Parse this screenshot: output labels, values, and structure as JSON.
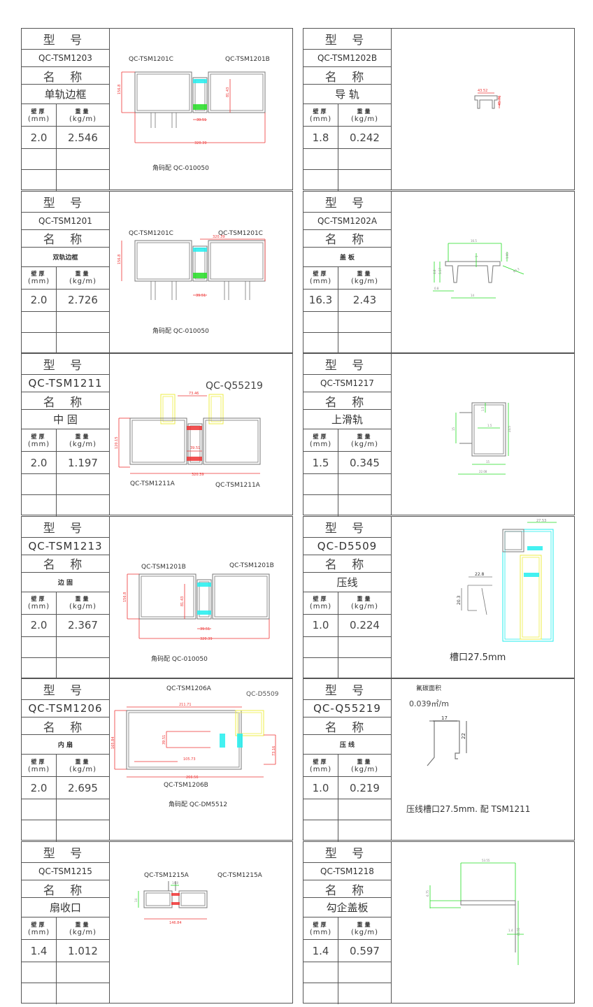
{
  "labels": {
    "model_header": "型 号",
    "name_header": "名 称",
    "thickness": "壁厚",
    "thickness_unit": "(mm)",
    "weight": "重量",
    "weight_unit": "(kg/m)"
  },
  "cards": [
    {
      "model": "QC-TSM1203",
      "name": "单轨边框",
      "thickness": "2.0",
      "weight": "2.546",
      "drawing": {
        "texts": [
          "QC-TSM1201C",
          "QC-TSM1201B",
          "156.8",
          "81.43",
          "39.51",
          "320.39",
          "角码配  QC-010050"
        ]
      }
    },
    {
      "model": "QC-TSM1202B",
      "name": "导  轨",
      "thickness": "1.8",
      "weight": "0.242",
      "drawing": {
        "texts": [
          "43.52",
          "45.76"
        ]
      }
    },
    {
      "model": "QC-TSM1201",
      "name": "双轨边框",
      "thickness": "2.0",
      "weight": "2.726",
      "drawing": {
        "texts": [
          "QC-TSM1201C",
          "QC-TSM1201C",
          "320.39",
          "156.8",
          "39.51",
          "角码配  QC-010050"
        ]
      }
    },
    {
      "model": "QC-TSM1202A",
      "name": "盖  板",
      "thickness": "16.3",
      "weight": "2.43",
      "drawing": {
        "texts": [
          "16.5",
          "1.95",
          "1",
          "5.57",
          "4.8",
          "0.8",
          "14",
          "R0.3"
        ]
      }
    },
    {
      "model": "QC-TSM1211",
      "name": "中  固",
      "thickness": "2.0",
      "weight": "1.197",
      "drawing": {
        "texts": [
          "QC-Q55219",
          "73.46",
          "120.15",
          "39.51",
          "320.39",
          "QC-TSM1211A",
          "QC-TSM1211A"
        ]
      }
    },
    {
      "model": "QC-TSM1217",
      "name": "上滑轨",
      "thickness": "1.5",
      "weight": "0.345",
      "drawing": {
        "texts": [
          "15",
          "1.5",
          "1.5",
          "24.5",
          "15",
          "22.08"
        ]
      }
    },
    {
      "model": "QC-TSM1213",
      "name": "边  固",
      "thickness": "2.0",
      "weight": "2.367",
      "drawing": {
        "texts": [
          "QC-TSM1201B",
          "QC-TSM1201B",
          "156.8",
          "81.43",
          "39.51",
          "320.39",
          "角码配  QC-010050"
        ]
      }
    },
    {
      "model": "QC-D5509",
      "name": "压线",
      "thickness": "1.0",
      "weight": "0.224",
      "drawing": {
        "texts": [
          "27.53",
          "22.8",
          "20.3",
          "槽口27.5mm"
        ]
      }
    },
    {
      "model": "QC-TSM1206",
      "name": "内  扇",
      "thickness": "2.0",
      "weight": "2.695",
      "drawing": {
        "texts": [
          "QC-TSM1206A",
          "QC-D5509",
          "211.71",
          "165.84",
          "39.51",
          "73.16",
          "105.73",
          "266.56",
          "QC-TSM1206B",
          "角码配  QC-DM5512"
        ]
      }
    },
    {
      "model": "QC-Q55219",
      "name": "压  线",
      "thickness": "1.0",
      "weight": "0.219",
      "drawing": {
        "texts": [
          "氟碳面积",
          "0.039㎡/m",
          "17",
          "22",
          "压线槽口27.5mm. 配 TSM1211"
        ]
      }
    },
    {
      "model": "QC-TSM1215",
      "name": "扇收口",
      "thickness": "1.4",
      "weight": "1.012",
      "drawing": {
        "texts": [
          "QC-TSM1215A",
          "QC-TSM1215A",
          "14.8",
          "14",
          "146.84"
        ]
      }
    },
    {
      "model": "QC-TSM1218",
      "name": "勾企盖板",
      "thickness": "1.4",
      "weight": "0.597",
      "drawing": {
        "texts": [
          "53.55",
          "6.75",
          "1.4",
          "61.55"
        ]
      }
    }
  ]
}
